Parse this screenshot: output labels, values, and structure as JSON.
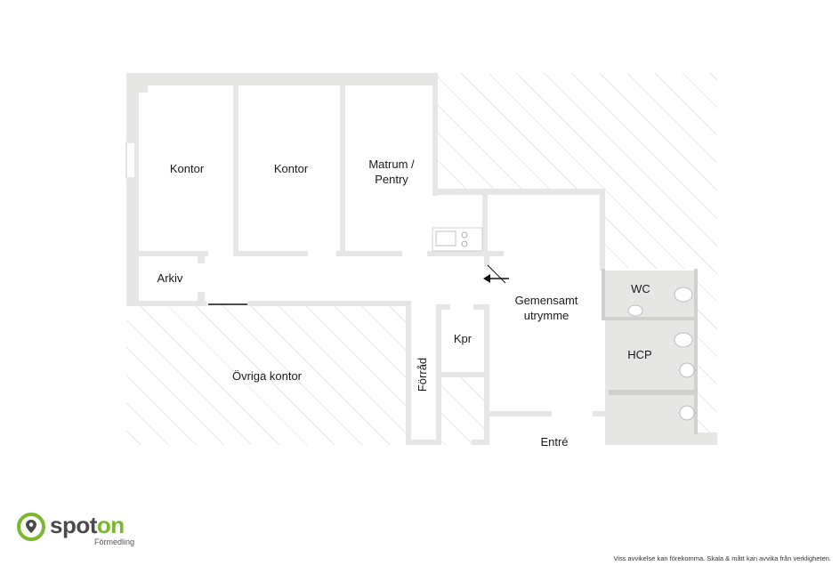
{
  "rooms": {
    "kontor_1": "Kontor",
    "kontor_2": "Kontor",
    "matrum_line1": "Matrum /",
    "matrum_line2": "Pentry",
    "arkiv": "Arkiv",
    "gemensamt_line1": "Gemensamt",
    "gemensamt_line2": "utrymme",
    "wc": "WC",
    "hcp": "HCP",
    "kpr": "Kpr",
    "forrad": "Förråd",
    "ovriga_kontor": "Övriga kontor",
    "entre": "Entré"
  },
  "brand": {
    "name_part1": "spot",
    "name_part2": "on",
    "subtitle": "Förmedling",
    "dark_color": "#4a4a4a",
    "accent_color": "#7cb82f",
    "icon": "location-pin-icon"
  },
  "disclaimer": "Viss avvikelse kan förekomma. Skala & mått kan avvika från verkligheten.",
  "colors": {
    "wall_fill": "#e6e6e4",
    "hatch_stroke": "#d6d6d4",
    "text": "#1a1a1a"
  }
}
